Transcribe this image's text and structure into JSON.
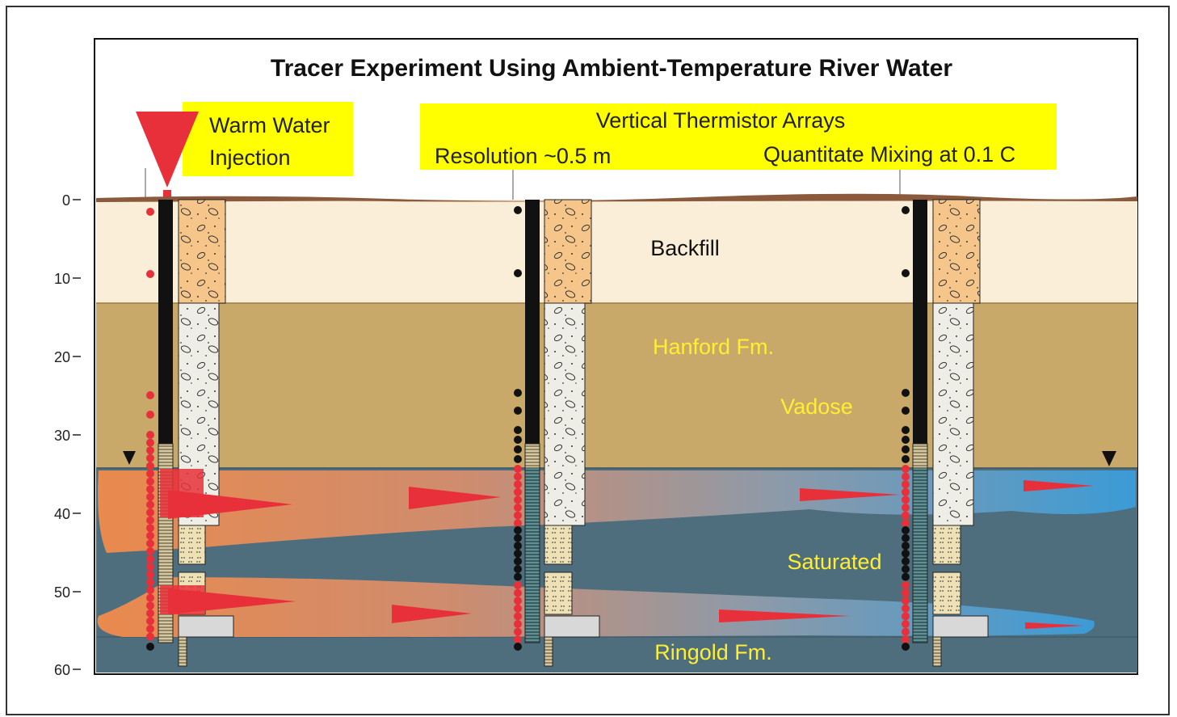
{
  "title": "Tracer Experiment Using Ambient-Temperature River Water",
  "callouts": {
    "injection_line1": "Warm Water",
    "injection_line2": "Injection",
    "arrays_title": "Vertical Thermistor Arrays",
    "resolution": "Resolution ~0.5 m",
    "mixing": "Quantitate Mixing at 0.1 C"
  },
  "layers": {
    "backfill": "Backfill",
    "hanford": "Hanford Fm.",
    "vadose": "Vadose",
    "saturated": "Saturated",
    "ringold": "Ringold Fm."
  },
  "depth_axis": {
    "ticks": [
      0,
      10,
      20,
      30,
      40,
      50,
      60
    ]
  },
  "colors": {
    "backfill": "#fbeed8",
    "hanford": "#c8a96a",
    "saturated": "#4e6e7e",
    "warm_plume": "#e98a4e",
    "cool_plume": "#4aa0d8",
    "callout": "#ffff00",
    "injection_marker": "#e8303a",
    "label_yellow": "#ffee33",
    "ground_surface": "#8b5a3c"
  }
}
